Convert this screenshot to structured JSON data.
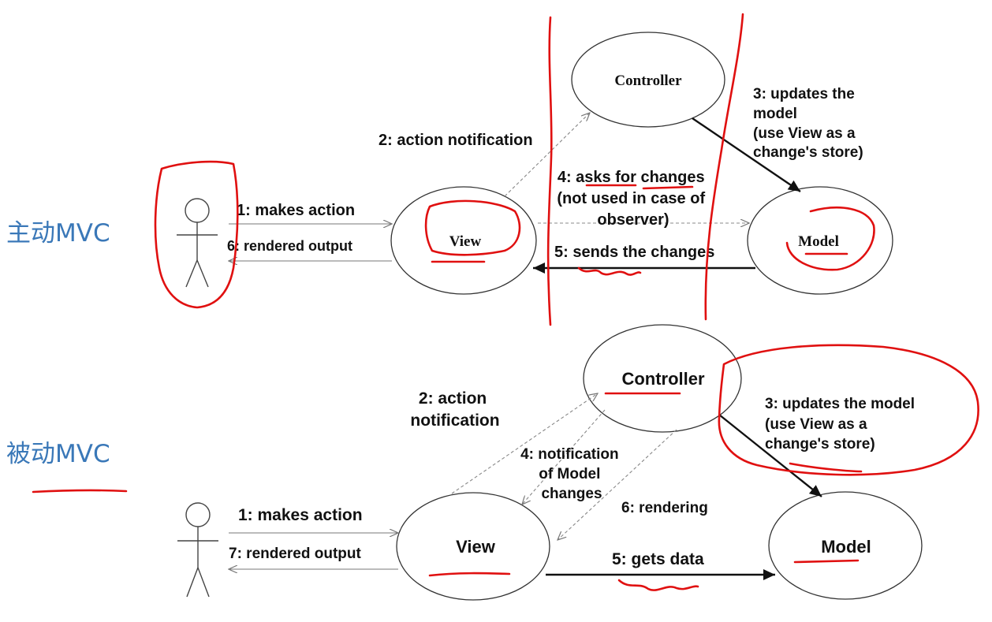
{
  "colors": {
    "ink": "#111111",
    "annotation": "#e01010",
    "side_label": "#3a78b8",
    "line": "#777777",
    "ellipse": "#333333"
  },
  "active": {
    "side_label": "主动MVC",
    "controller": "Controller",
    "view": "View",
    "model": "Model",
    "action_notification": "2: action notification",
    "updates": [
      "3: updates the",
      "model",
      "(use View as a",
      "change's store)"
    ],
    "asks": [
      "4: asks for changes",
      "(not used in case of",
      "observer)"
    ],
    "sends": "5: sends the changes",
    "makes_action": "1: makes action",
    "rendered_output": "6: rendered output"
  },
  "passive": {
    "side_label": "被动MVC",
    "controller": "Controller",
    "view": "View",
    "model": "Model",
    "action_notification": [
      "2: action",
      "notification"
    ],
    "updates": [
      "3: updates the model",
      "(use View as a",
      "change's store)"
    ],
    "notification_model": [
      "4: notification",
      "of Model",
      "changes"
    ],
    "rendering": "6: rendering",
    "gets_data": "5: gets data",
    "makes_action": "1: makes action",
    "rendered_output": "7: rendered output"
  }
}
